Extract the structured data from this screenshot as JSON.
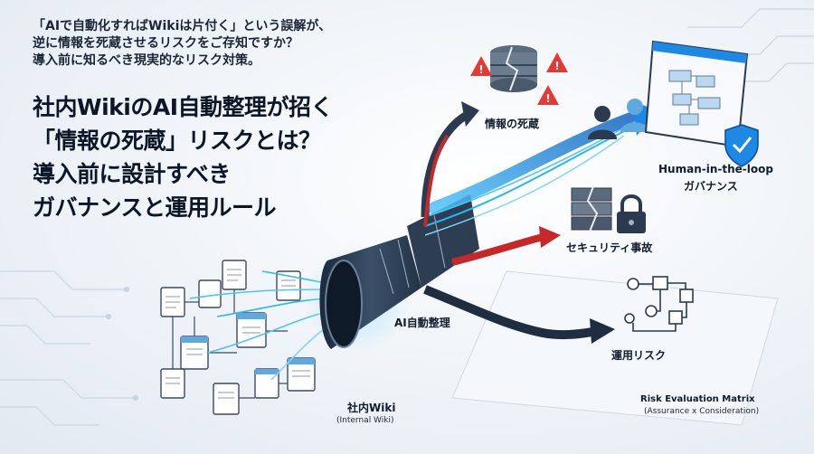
{
  "lead": {
    "line1": "「AIで自動化すればWikiは片付く」という誤解が、",
    "line2": "逆に情報を死蔵させるリスクをご存知ですか？",
    "line3": "導入前に知るべき現実的なリスク対策。"
  },
  "title": {
    "line1": "社内WikiのAI自動整理が招く",
    "line2": "「情報の死蔵」リスクとは？",
    "line3": "導入前に設計すべき",
    "line4": "ガバナンスと運用ルール"
  },
  "labels": {
    "info_death": "情報の死蔵",
    "human_loop": "Human-in-the-loop",
    "governance": "ガバナンス",
    "security": "セキュリティ事故",
    "ai_organize": "AI自動整理",
    "ops_risk": "運用リスク",
    "wiki": "社内Wiki",
    "wiki_en": "(Internal Wiki)",
    "matrix": "Risk Evaluation Matrix",
    "matrix_sub": "(Assurance x Consideration)"
  },
  "colors": {
    "accent_blue": "#1e88e5",
    "cyan": "#29b6f6",
    "warning_red": "#e53935",
    "dark_navy": "#1f2d40",
    "red_arrow": "#c62828"
  },
  "icons": [
    "database-icon",
    "warning-icon",
    "people-icon",
    "checklist-window-icon",
    "shield-check-icon",
    "broken-blocks-icon",
    "lock-icon",
    "flowchart-icon",
    "document-icon",
    "funnel-icon"
  ]
}
